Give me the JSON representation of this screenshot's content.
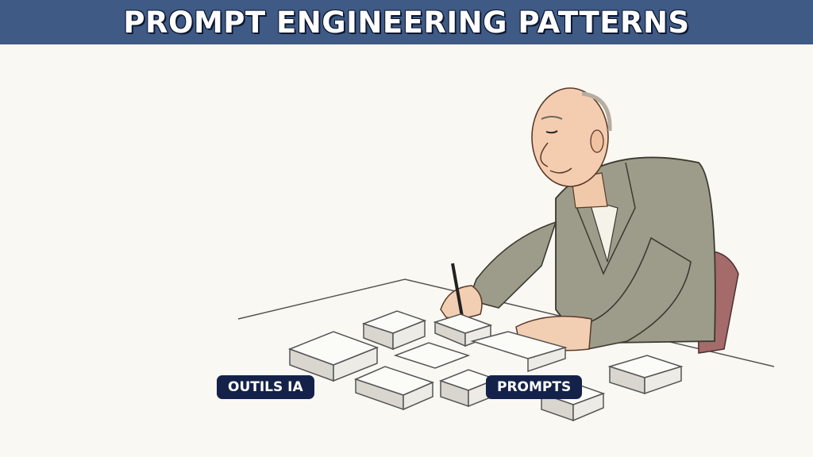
{
  "header": {
    "title": "PROMPT ENGINEERING PATTERNS"
  },
  "tags": {
    "left": "OUTILS IA",
    "right": "PROMPTS"
  },
  "illustration": {
    "subject": "elderly man assembling puzzle blocks with a pen at a table"
  },
  "colors": {
    "banner": "#3e5a85",
    "tag": "#14224a",
    "paper": "#faf8f2",
    "jacket": "#9a9a88",
    "chair": "#a05a5a"
  }
}
